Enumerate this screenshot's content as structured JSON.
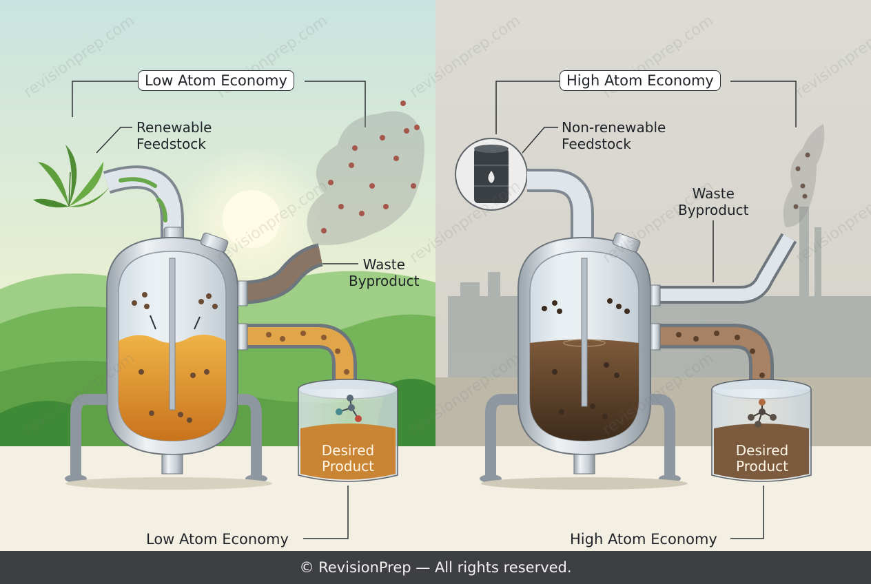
{
  "left": {
    "title": "Low Atom Economy",
    "feedstock": "Renewable\nFeedstock",
    "waste": "Waste\nByproduct",
    "product": "Desired\nProduct",
    "bottom": "Low Atom Economy"
  },
  "right": {
    "title": "High Atom Economy",
    "feedstock": "Non-renewable\nFeedstock",
    "waste": "Waste\nByproduct",
    "product": "Desired\nProduct",
    "bottom": "High Atom Economy"
  },
  "watermark": "revisionprep.com",
  "footer": "© RevisionPrep — All rights reserved.",
  "colors": {
    "left_liquid": "#d9892a",
    "right_liquid": "#6b4a2e",
    "left_sky": "#cfe6df",
    "right_sky": "#dcdad2"
  }
}
